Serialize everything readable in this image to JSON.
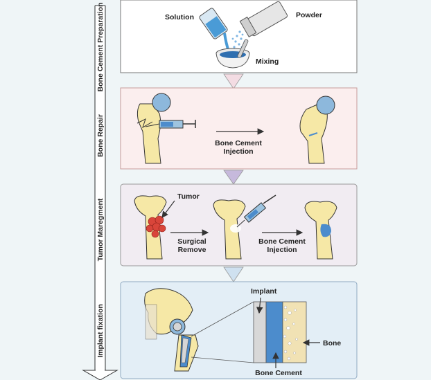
{
  "stages": [
    {
      "title": "Bone Cement Preparation",
      "labels": {
        "solution": "Solution",
        "powder": "Powder",
        "mixing": "Mixing"
      },
      "colors": {
        "panel": "#ffffff",
        "border": "#777777"
      }
    },
    {
      "title": "Bone Repair",
      "labels": {
        "step": [
          "Bone Cement",
          "Injection"
        ]
      },
      "colors": {
        "panel": "#fbeeee",
        "border": "#c79a9a"
      }
    },
    {
      "title": "Tumor Maregment",
      "labels": {
        "tumor": "Tumor",
        "remove": [
          "Surgical",
          "Remove"
        ],
        "inject": [
          "Bone Cement",
          "Injection"
        ]
      },
      "colors": {
        "panel": "#f1ecf2",
        "border": "#999999"
      }
    },
    {
      "title": "Implant fixation",
      "labels": {
        "implant": "Implant",
        "bone": "Bone",
        "cement": "Bone Cement"
      },
      "colors": {
        "panel": "#e3eef6",
        "border": "#8fa9c2"
      }
    }
  ],
  "colors": {
    "bone": "#f6e8a6",
    "bone_stroke": "#333333",
    "cartilage": "#8db8dc",
    "cement_blue": "#4c8ccc",
    "tumor": "#d9453a",
    "syringe": "#9ec4e0",
    "arrow_pink": "#f3dce3",
    "arrow_purple": "#c6b9dc",
    "arrow_blue": "#cfe1f0"
  }
}
